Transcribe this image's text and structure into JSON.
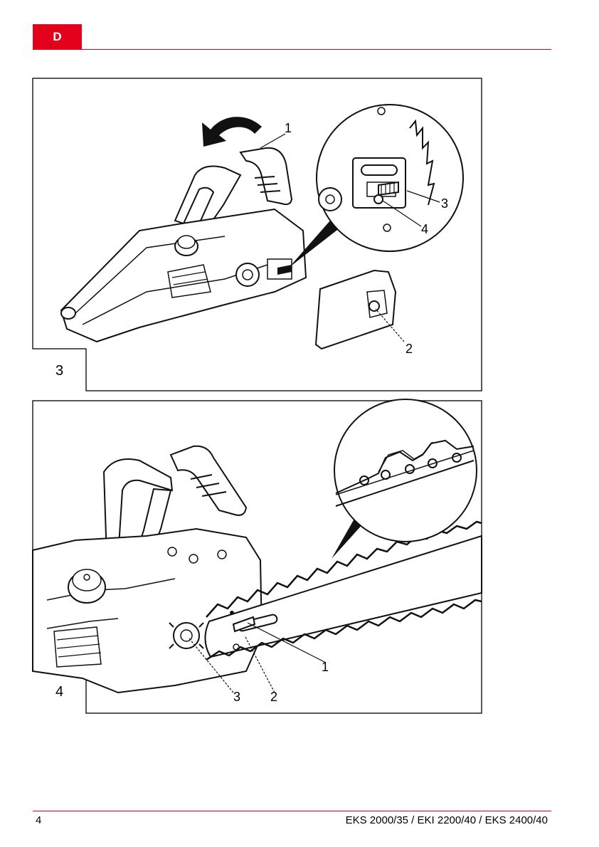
{
  "header": {
    "language_code": "D",
    "accent_color": "#e2001a"
  },
  "figure3": {
    "number": "3",
    "callouts": [
      "1",
      "2",
      "3",
      "4"
    ]
  },
  "figure4": {
    "number": "4",
    "callouts": [
      "1",
      "2",
      "3"
    ]
  },
  "footer": {
    "page_number": "4",
    "models": "EKS 2000/35 / EKI 2200/40 / EKS 2400/40"
  }
}
